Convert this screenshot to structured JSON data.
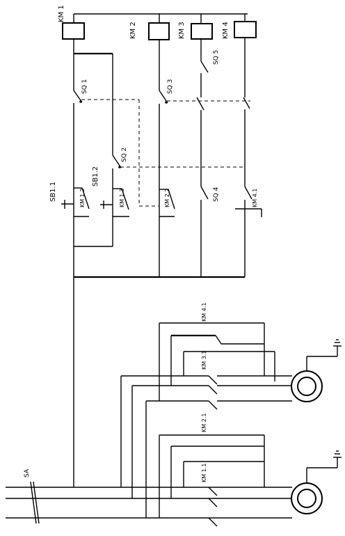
{
  "labels": {
    "km1": "KM 1",
    "km2": "KM 2",
    "km3": "KM 3",
    "km4": "KM 4",
    "sq5": "SQ 5",
    "sq1": "SQ 1",
    "sq3": "SQ 3",
    "sq2": "SQ 2",
    "sq4": "SQ 4",
    "sb11": "SB1.1",
    "sb12": "SB1.2",
    "km12": "KM 1.2",
    "km13": "KM 1.3",
    "km22": "KM 2.2",
    "km41c": "KM 4.1",
    "km41p": "KM 4.1",
    "km31": "KM 3.1",
    "km21": "KM 2.1",
    "km11": "KM 1.1",
    "sa": "SA"
  }
}
